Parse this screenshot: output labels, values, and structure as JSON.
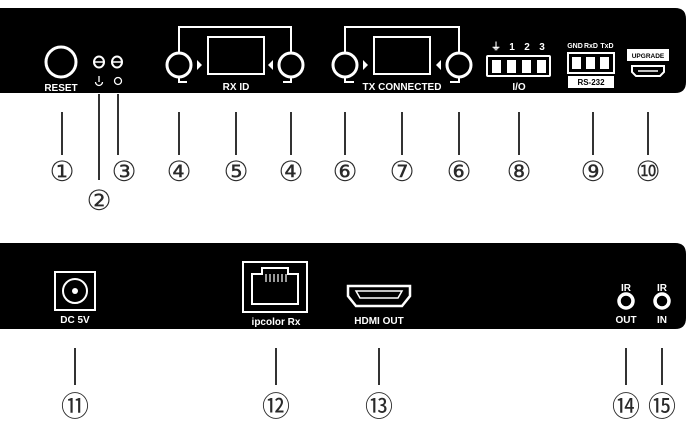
{
  "front_panel": {
    "reset_label": "RESET",
    "rx_id_label": "RX ID",
    "tx_connected_label": "TX CONNECTED",
    "io_pins": [
      "⏚",
      "1",
      "2",
      "3"
    ],
    "io_label": "I/O",
    "rs232_pins": [
      "GND",
      "RxD",
      "TxD"
    ],
    "rs232_label": "RS-232",
    "upgrade_label": "UPGRADE"
  },
  "rear_panel": {
    "dc_label": "DC 5V",
    "rj45_label": "ipcolor Rx",
    "hdmi_label": "HDMI OUT",
    "ir_out_top": "IR",
    "ir_out_bottom": "OUT",
    "ir_in_top": "IR",
    "ir_in_bottom": "IN"
  },
  "callouts": {
    "c1": "①",
    "c2": "②",
    "c3": "③",
    "c4a": "④",
    "c5": "⑤",
    "c4b": "④",
    "c6a": "⑥",
    "c7": "⑦",
    "c6b": "⑥",
    "c8": "⑧",
    "c9": "⑨",
    "c10": "⑩",
    "c11": "⑪",
    "c12": "⑫",
    "c13": "⑬",
    "c14": "⑭",
    "c15": "⑮"
  },
  "colors": {
    "panel": "#000000",
    "line": "#333333",
    "label": "#ffffff"
  }
}
